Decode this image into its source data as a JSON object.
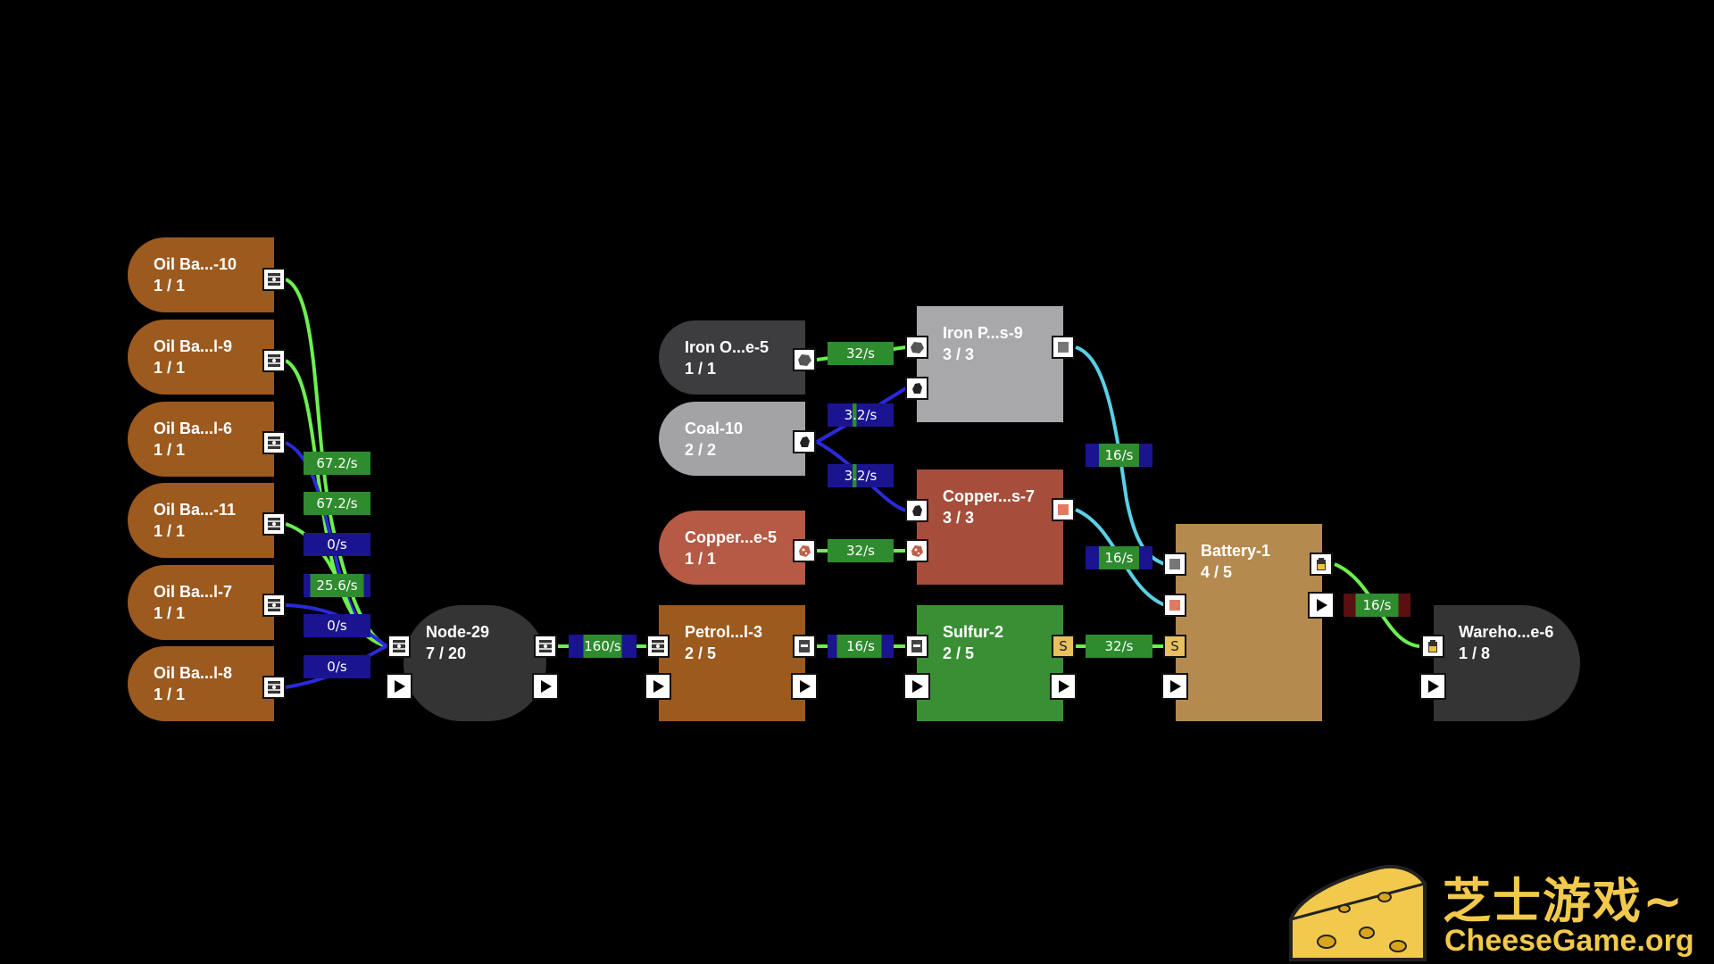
{
  "colors": {
    "oil": "#9c5a1e",
    "node": "#343434",
    "iron_ore": "#3d3d40",
    "coal": "#a3a3a6",
    "copper_ore": "#b55a45",
    "iron_plate": "#a8a8aa",
    "copper_plate": "#a64e3b",
    "sulfur": "#3a8f34",
    "battery": "#b58a4e",
    "warehouse": "#343434",
    "rate_green": "#2e8b2e",
    "rate_blue": "#1b1490",
    "rate_red": "#5a1010",
    "wire_green": "#6cf050",
    "wire_blue": "#2a2ad8",
    "wire_cyan": "#5ad0e6"
  },
  "nodes": {
    "oil10": {
      "title": "Oil Ba...-10",
      "count": "1 / 1"
    },
    "oil9": {
      "title": "Oil Ba...l-9",
      "count": "1 / 1"
    },
    "oil6": {
      "title": "Oil Ba...l-6",
      "count": "1 / 1"
    },
    "oil11": {
      "title": "Oil Ba...-11",
      "count": "1 / 1"
    },
    "oil7": {
      "title": "Oil Ba...l-7",
      "count": "1 / 1"
    },
    "oil8": {
      "title": "Oil Ba...l-8",
      "count": "1 / 1"
    },
    "node29": {
      "title": "Node-29",
      "count": "7 / 20"
    },
    "ironore": {
      "title": "Iron O...e-5",
      "count": "1 / 1"
    },
    "coal": {
      "title": "Coal-10",
      "count": "2 / 2"
    },
    "copperore": {
      "title": "Copper...e-5",
      "count": "1 / 1"
    },
    "petrol": {
      "title": "Petrol...l-3",
      "count": "2 / 5"
    },
    "ironplate": {
      "title": "Iron P...s-9",
      "count": "3 / 3"
    },
    "copperplate": {
      "title": "Copper...s-7",
      "count": "3 / 3"
    },
    "sulfur": {
      "title": "Sulfur-2",
      "count": "2 / 5"
    },
    "battery": {
      "title": "Battery-1",
      "count": "4 / 5"
    },
    "warehouse": {
      "title": "Wareho...e-6",
      "count": "1 / 8"
    }
  },
  "rates": {
    "r_oil10": {
      "label": "67.2/s",
      "fill": "green"
    },
    "r_oil9": {
      "label": "67.2/s",
      "fill": "green"
    },
    "r_oil6": {
      "label": "0/s",
      "fill": "blue"
    },
    "r_oil11": {
      "label": "25.6/s",
      "fill": "mixed"
    },
    "r_oil7": {
      "label": "0/s",
      "fill": "blue"
    },
    "r_oil8": {
      "label": "0/s",
      "fill": "blue"
    },
    "r_node_petrol": {
      "label": "160/s",
      "fill": "mixed"
    },
    "r_iron": {
      "label": "32/s",
      "fill": "green"
    },
    "r_coal_iron": {
      "label": "3.2/s",
      "fill": "blue"
    },
    "r_coal_copper": {
      "label": "3.2/s",
      "fill": "blue"
    },
    "r_copper": {
      "label": "32/s",
      "fill": "green"
    },
    "r_petrol_sulfur": {
      "label": "16/s",
      "fill": "mixed"
    },
    "r_sulfur_battery": {
      "label": "32/s",
      "fill": "green"
    },
    "r_ironplate_battery": {
      "label": "16/s",
      "fill": "mixed"
    },
    "r_copperplate_battery": {
      "label": "16/s",
      "fill": "mixed"
    },
    "r_battery_warehouse": {
      "label": "16/s",
      "fill": "red"
    }
  },
  "ports": {
    "sulfur_letter": "S"
  },
  "watermark": {
    "chinese": "芝士游戏~",
    "english": "CheeseGame.org"
  }
}
